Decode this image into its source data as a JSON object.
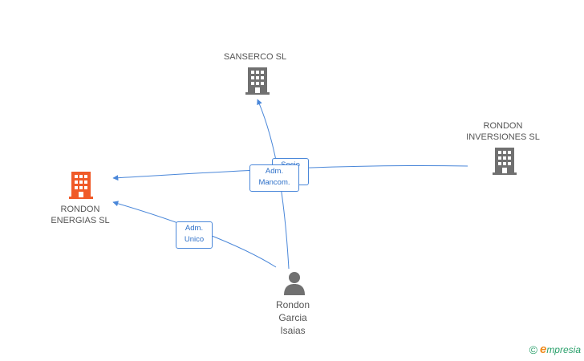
{
  "nodes": {
    "sanserco": {
      "label": "SANSERCO SL",
      "color": "#707070"
    },
    "rondon_inversiones": {
      "label": "RONDON\nINVERSIONES SL",
      "color": "#707070"
    },
    "rondon_energias": {
      "label": "RONDON\nENERGIAS SL",
      "color": "#f05a28"
    },
    "person": {
      "label": "Rondon\nGarcia\nIsaias",
      "color": "#707070"
    }
  },
  "edge_labels": {
    "socio": "Socio\n-",
    "adm_mancom": "Adm.\nMancom.",
    "adm_unico": "Adm.\nUnico"
  },
  "colors": {
    "edge": "#4a87d9"
  },
  "brand": {
    "copyright": "©",
    "initial": "e",
    "name": "mpresia"
  }
}
